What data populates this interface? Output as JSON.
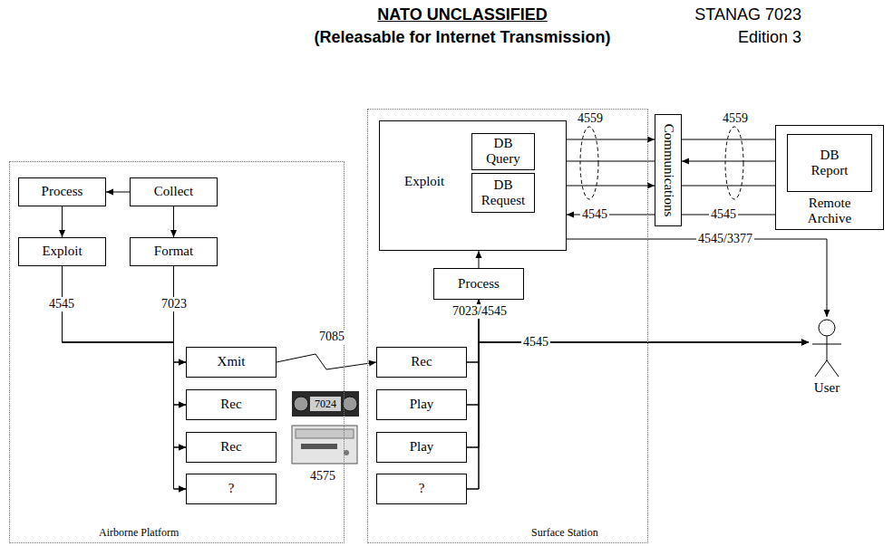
{
  "diagram": {
    "nodes": [
      {
        "text": [
          "Airborne Platform"
        ]
      },
      {
        "text": [
          "Process"
        ],
        "in": 0
      },
      {
        "text": [
          "Collect"
        ],
        "in": 0
      },
      {
        "text": [
          "Exploit"
        ],
        "in": 0
      },
      {
        "text": [
          "Format"
        ],
        "in": 0
      },
      {
        "text": [
          "Xmit"
        ],
        "in": 0
      },
      {
        "text": [
          "Rec"
        ],
        "in": 0
      },
      {
        "text": [
          "Rec"
        ],
        "in": 0
      },
      {
        "text": [
          "?"
        ],
        "in": 0
      },
      {
        "text": [
          "Surface Station"
        ]
      },
      {
        "text": [
          "Exploit"
        ],
        "in": 9
      },
      {
        "text": [
          "DB Query"
        ],
        "in": 10
      },
      {
        "text": [
          "DB Request"
        ],
        "in": 10
      },
      {
        "text": [
          "Process"
        ],
        "in": 9
      },
      {
        "text": [
          "Rec"
        ],
        "in": 9
      },
      {
        "text": [
          "Play"
        ],
        "in": 9
      },
      {
        "text": [
          "Play"
        ],
        "in": 9
      },
      {
        "text": [
          "?"
        ],
        "in": 9
      },
      {
        "text": [
          "Communications"
        ]
      },
      {
        "text": [
          "Remote Archive"
        ]
      },
      {
        "text": [
          "DB Report"
        ],
        "in": 19
      },
      {
        "text": [
          "User"
        ]
      }
    ],
    "edges": [
      {
        "from": 2,
        "to": 1,
        "arrow": "to"
      },
      {
        "from": 1,
        "to": 3,
        "arrow": "to"
      },
      {
        "from": 2,
        "to": 4,
        "arrow": "to"
      },
      {
        "from": 3,
        "to": 5,
        "arrow": "to",
        "label": "4545"
      },
      {
        "from": 3,
        "to": 6,
        "arrow": "to"
      },
      {
        "from": 3,
        "to": 7,
        "arrow": "to"
      },
      {
        "from": 3,
        "to": 8,
        "arrow": "to"
      },
      {
        "from": 4,
        "to": 5,
        "arrow": "to",
        "label": "7023"
      },
      {
        "from": 4,
        "to": 6,
        "arrow": "to"
      },
      {
        "from": 4,
        "to": 7,
        "arrow": "to"
      },
      {
        "from": 4,
        "to": 8,
        "arrow": "to"
      },
      {
        "from": 5,
        "to": 14,
        "arrow": "to",
        "label": "7085"
      },
      {
        "from": 14,
        "to": 13,
        "arrow": "to",
        "label": "7023/4545"
      },
      {
        "from": 15,
        "to": 13,
        "arrow": "to"
      },
      {
        "from": 16,
        "to": 13,
        "arrow": "to"
      },
      {
        "from": 17,
        "to": 13,
        "arrow": "to"
      },
      {
        "from": 14,
        "to": 21,
        "arrow": "to",
        "label": "4545"
      },
      {
        "from": 15,
        "to": 21,
        "arrow": "to"
      },
      {
        "from": 16,
        "to": 21,
        "arrow": "to"
      },
      {
        "from": 17,
        "to": 21,
        "arrow": "to"
      },
      {
        "from": 13,
        "to": 10,
        "arrow": "to"
      },
      {
        "from": 11,
        "to": 18,
        "arrow": "to"
      },
      {
        "from": 18,
        "to": 20,
        "arrow": "to"
      },
      {
        "from": 18,
        "to": 11,
        "arrow": "to"
      },
      {
        "from": 20,
        "to": 18,
        "arrow": "to"
      },
      {
        "from": 12,
        "to": 18,
        "arrow": "to"
      },
      {
        "from": 18,
        "to": 20,
        "arrow": "to"
      },
      {
        "from": 19,
        "to": 18,
        "arrow": "none",
        "label": "4545"
      },
      {
        "from": 18,
        "to": 10,
        "arrow": "to",
        "label": "4545"
      },
      {
        "from": 10,
        "to": 21,
        "arrow": "to",
        "label": "4545/3377"
      }
    ],
    "labels": [
      "NATO UNCLASSIFIED",
      "(Releasable for Internet Transmission)",
      "STANAG 7023",
      "Edition 3",
      "4559",
      "4559",
      "7024",
      "4575"
    ]
  }
}
